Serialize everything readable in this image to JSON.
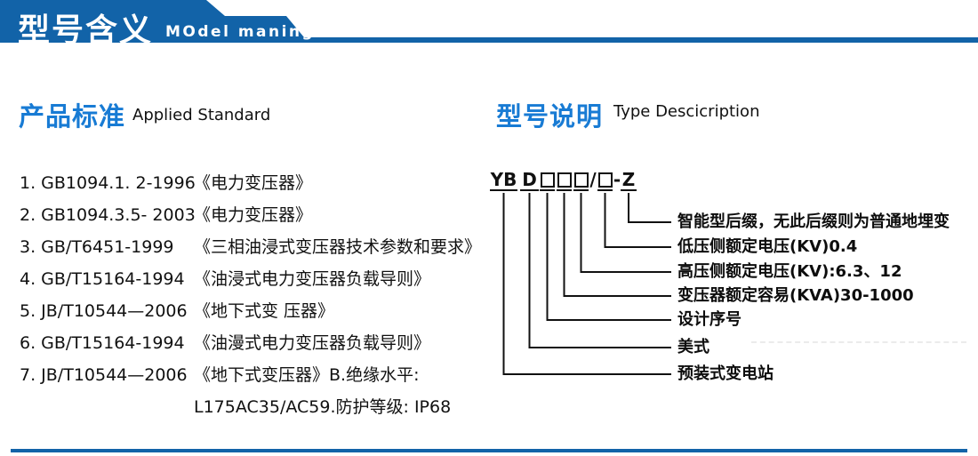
{
  "header": {
    "title": "型号含义",
    "subtitle": "MOdel maning"
  },
  "standards": {
    "heading": "产品标准",
    "heading_en": "Applied Standard",
    "items": [
      {
        "code": "1. GB1094.1. 2-1996",
        "title": "《电力变压器》"
      },
      {
        "code": "2. GB1094.3.5- 2003",
        "title": "《电力变压器》"
      },
      {
        "code": "3. GB/T6451-1999",
        "title": "《三相油浸式变压器技术参数和要求》"
      },
      {
        "code": "4. GB/T15164-1994",
        "title": "《油浸式电力变压器负载导则》"
      },
      {
        "code": "5. JB/T10544—2006",
        "title": "《地下式变 压器》"
      },
      {
        "code": "6. GB/T15164-1994",
        "title": "《油漫式电力变压器负载导则》"
      },
      {
        "code": "7. JB/T10544—2006",
        "title": "《地下式变压器》B.绝缘水平:"
      },
      {
        "code": "",
        "title": "L175AC35/AC59.防护等级: IP68"
      }
    ]
  },
  "model": {
    "heading": "型号说明",
    "heading_en": "Type Descicription",
    "code_parts": [
      {
        "text": "YB",
        "kind": "text",
        "underline": true
      },
      {
        "text": "D",
        "kind": "text",
        "underline": true
      },
      {
        "text": "",
        "kind": "box",
        "underline": true
      },
      {
        "text": "",
        "kind": "box",
        "underline": true
      },
      {
        "text": "",
        "kind": "box",
        "underline": true
      },
      {
        "text": "/",
        "kind": "text",
        "underline": false
      },
      {
        "text": "",
        "kind": "box",
        "underline": true
      },
      {
        "text": "-",
        "kind": "text",
        "underline": false
      },
      {
        "text": "Z",
        "kind": "text",
        "underline": true
      }
    ],
    "labels": [
      "智能型后缀，无此后缀则为普通地埋变",
      "低压侧额定电压(KV)0.4",
      "高压侧额定电压(KV):6.3、12",
      "变压器额定容易(KVA)30-1000",
      "设计序号",
      "美式",
      "预装式变电站"
    ]
  },
  "colors": {
    "banner_blue": "#1263a8",
    "heading_blue": "#187bd4",
    "text_black": "#111111"
  }
}
